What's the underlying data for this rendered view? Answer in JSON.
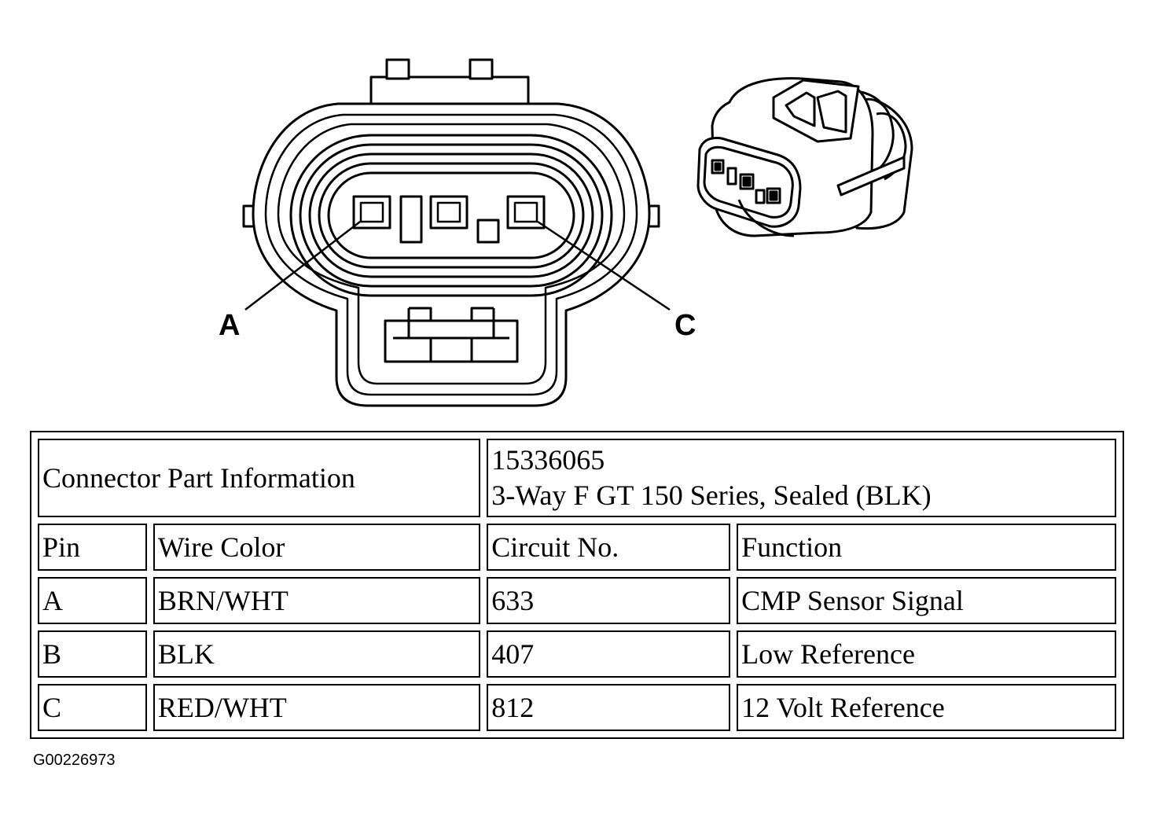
{
  "diagram": {
    "pin_labels": {
      "left": "A",
      "right": "C"
    }
  },
  "table": {
    "part_info_label": "Connector Part Information",
    "part_number": "15336065",
    "part_description": "3-Way F GT 150 Series, Sealed (BLK)",
    "headers": {
      "pin": "Pin",
      "wire_color": "Wire Color",
      "circuit": "Circuit No.",
      "function": "Function"
    },
    "rows": [
      {
        "pin": "A",
        "wire_color": "BRN/WHT",
        "circuit": "633",
        "function": "CMP Sensor Signal"
      },
      {
        "pin": "B",
        "wire_color": "BLK",
        "circuit": "407",
        "function": "Low Reference"
      },
      {
        "pin": "C",
        "wire_color": "RED/WHT",
        "circuit": "812",
        "function": "12 Volt Reference"
      }
    ]
  },
  "figure_id": "G00226973"
}
